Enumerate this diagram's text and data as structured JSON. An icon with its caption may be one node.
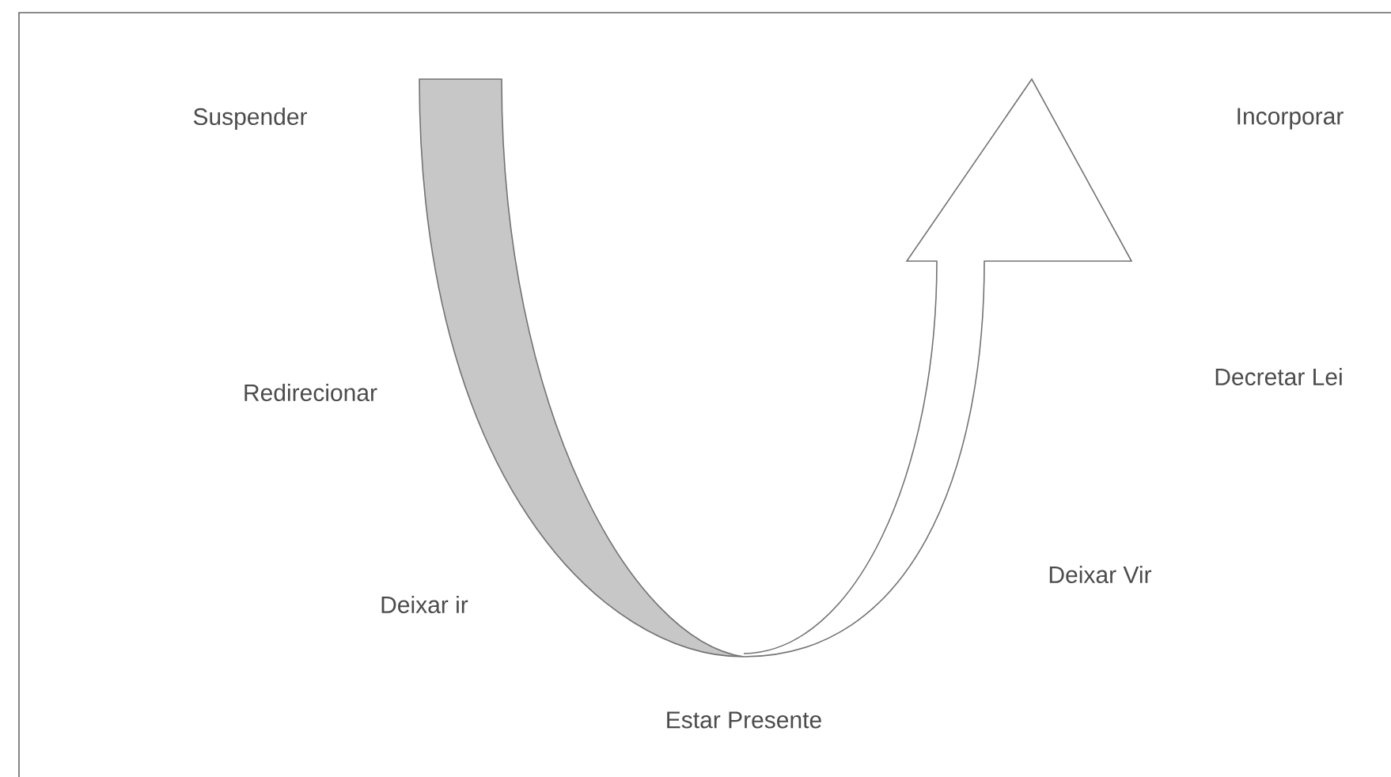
{
  "diagram": {
    "labels": [
      "Suspender",
      "Incorporar",
      "Redirecionar",
      "Decretar Lei",
      "Deixar ir",
      "Deixar Vir",
      "Estar Presente"
    ]
  }
}
